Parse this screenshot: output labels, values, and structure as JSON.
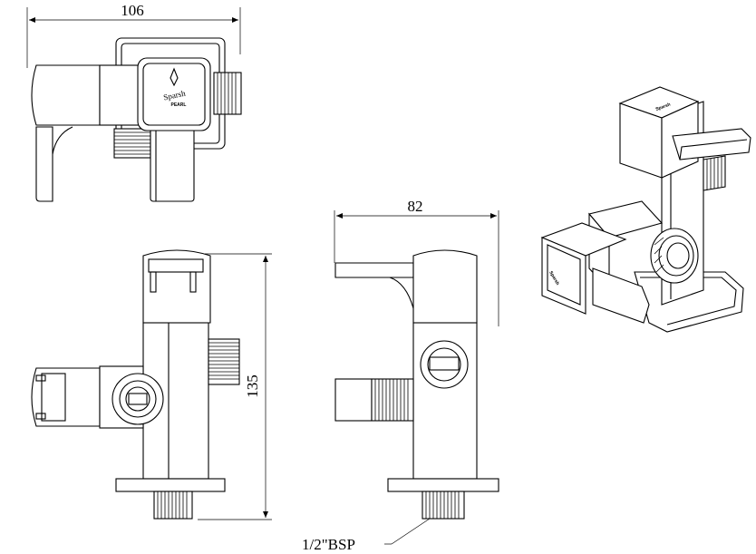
{
  "dimensions": {
    "top_width": "106",
    "side_width": "82",
    "front_height": "135",
    "thread_label": "1/2\"BSP"
  },
  "logo": {
    "name": "Sparsh",
    "sub": "PEARL"
  },
  "colors": {
    "line": "#000000",
    "background": "#ffffff"
  }
}
